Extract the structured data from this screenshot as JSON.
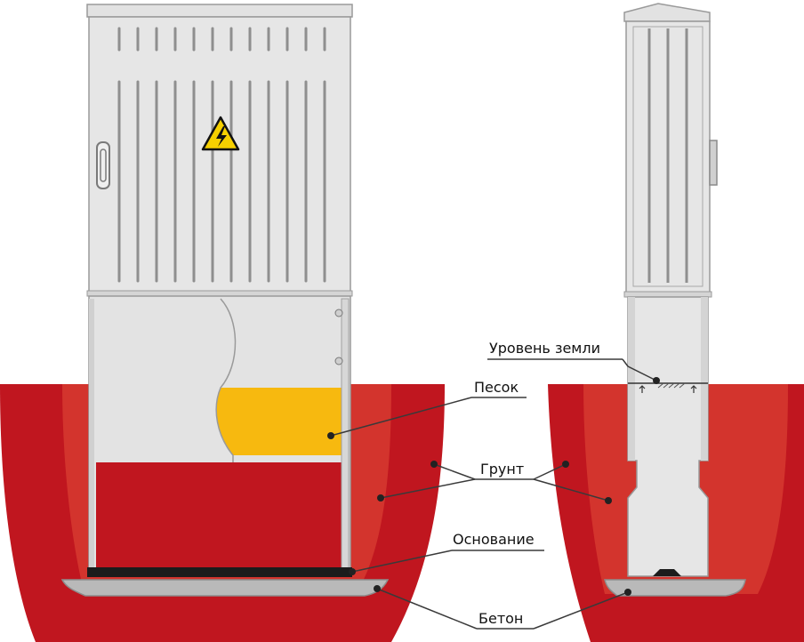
{
  "labels": {
    "ground_level": "Уровень земли",
    "sand": "Песок",
    "soil": "Грунт",
    "base": "Основание",
    "concrete": "Бетон"
  },
  "icons": {
    "warning": "high-voltage-warning-icon"
  },
  "colors": {
    "soil_dark": "#c0161f",
    "soil_light": "#d3342d",
    "cabinet": "#e6e6e6",
    "cabinet_edge": "#9a9a9a",
    "sand": "#f7b90f",
    "concrete": "#b9b9b9",
    "base": "#1c1c1c",
    "leader": "#3a3a3a",
    "warning_yellow": "#f6d000"
  }
}
